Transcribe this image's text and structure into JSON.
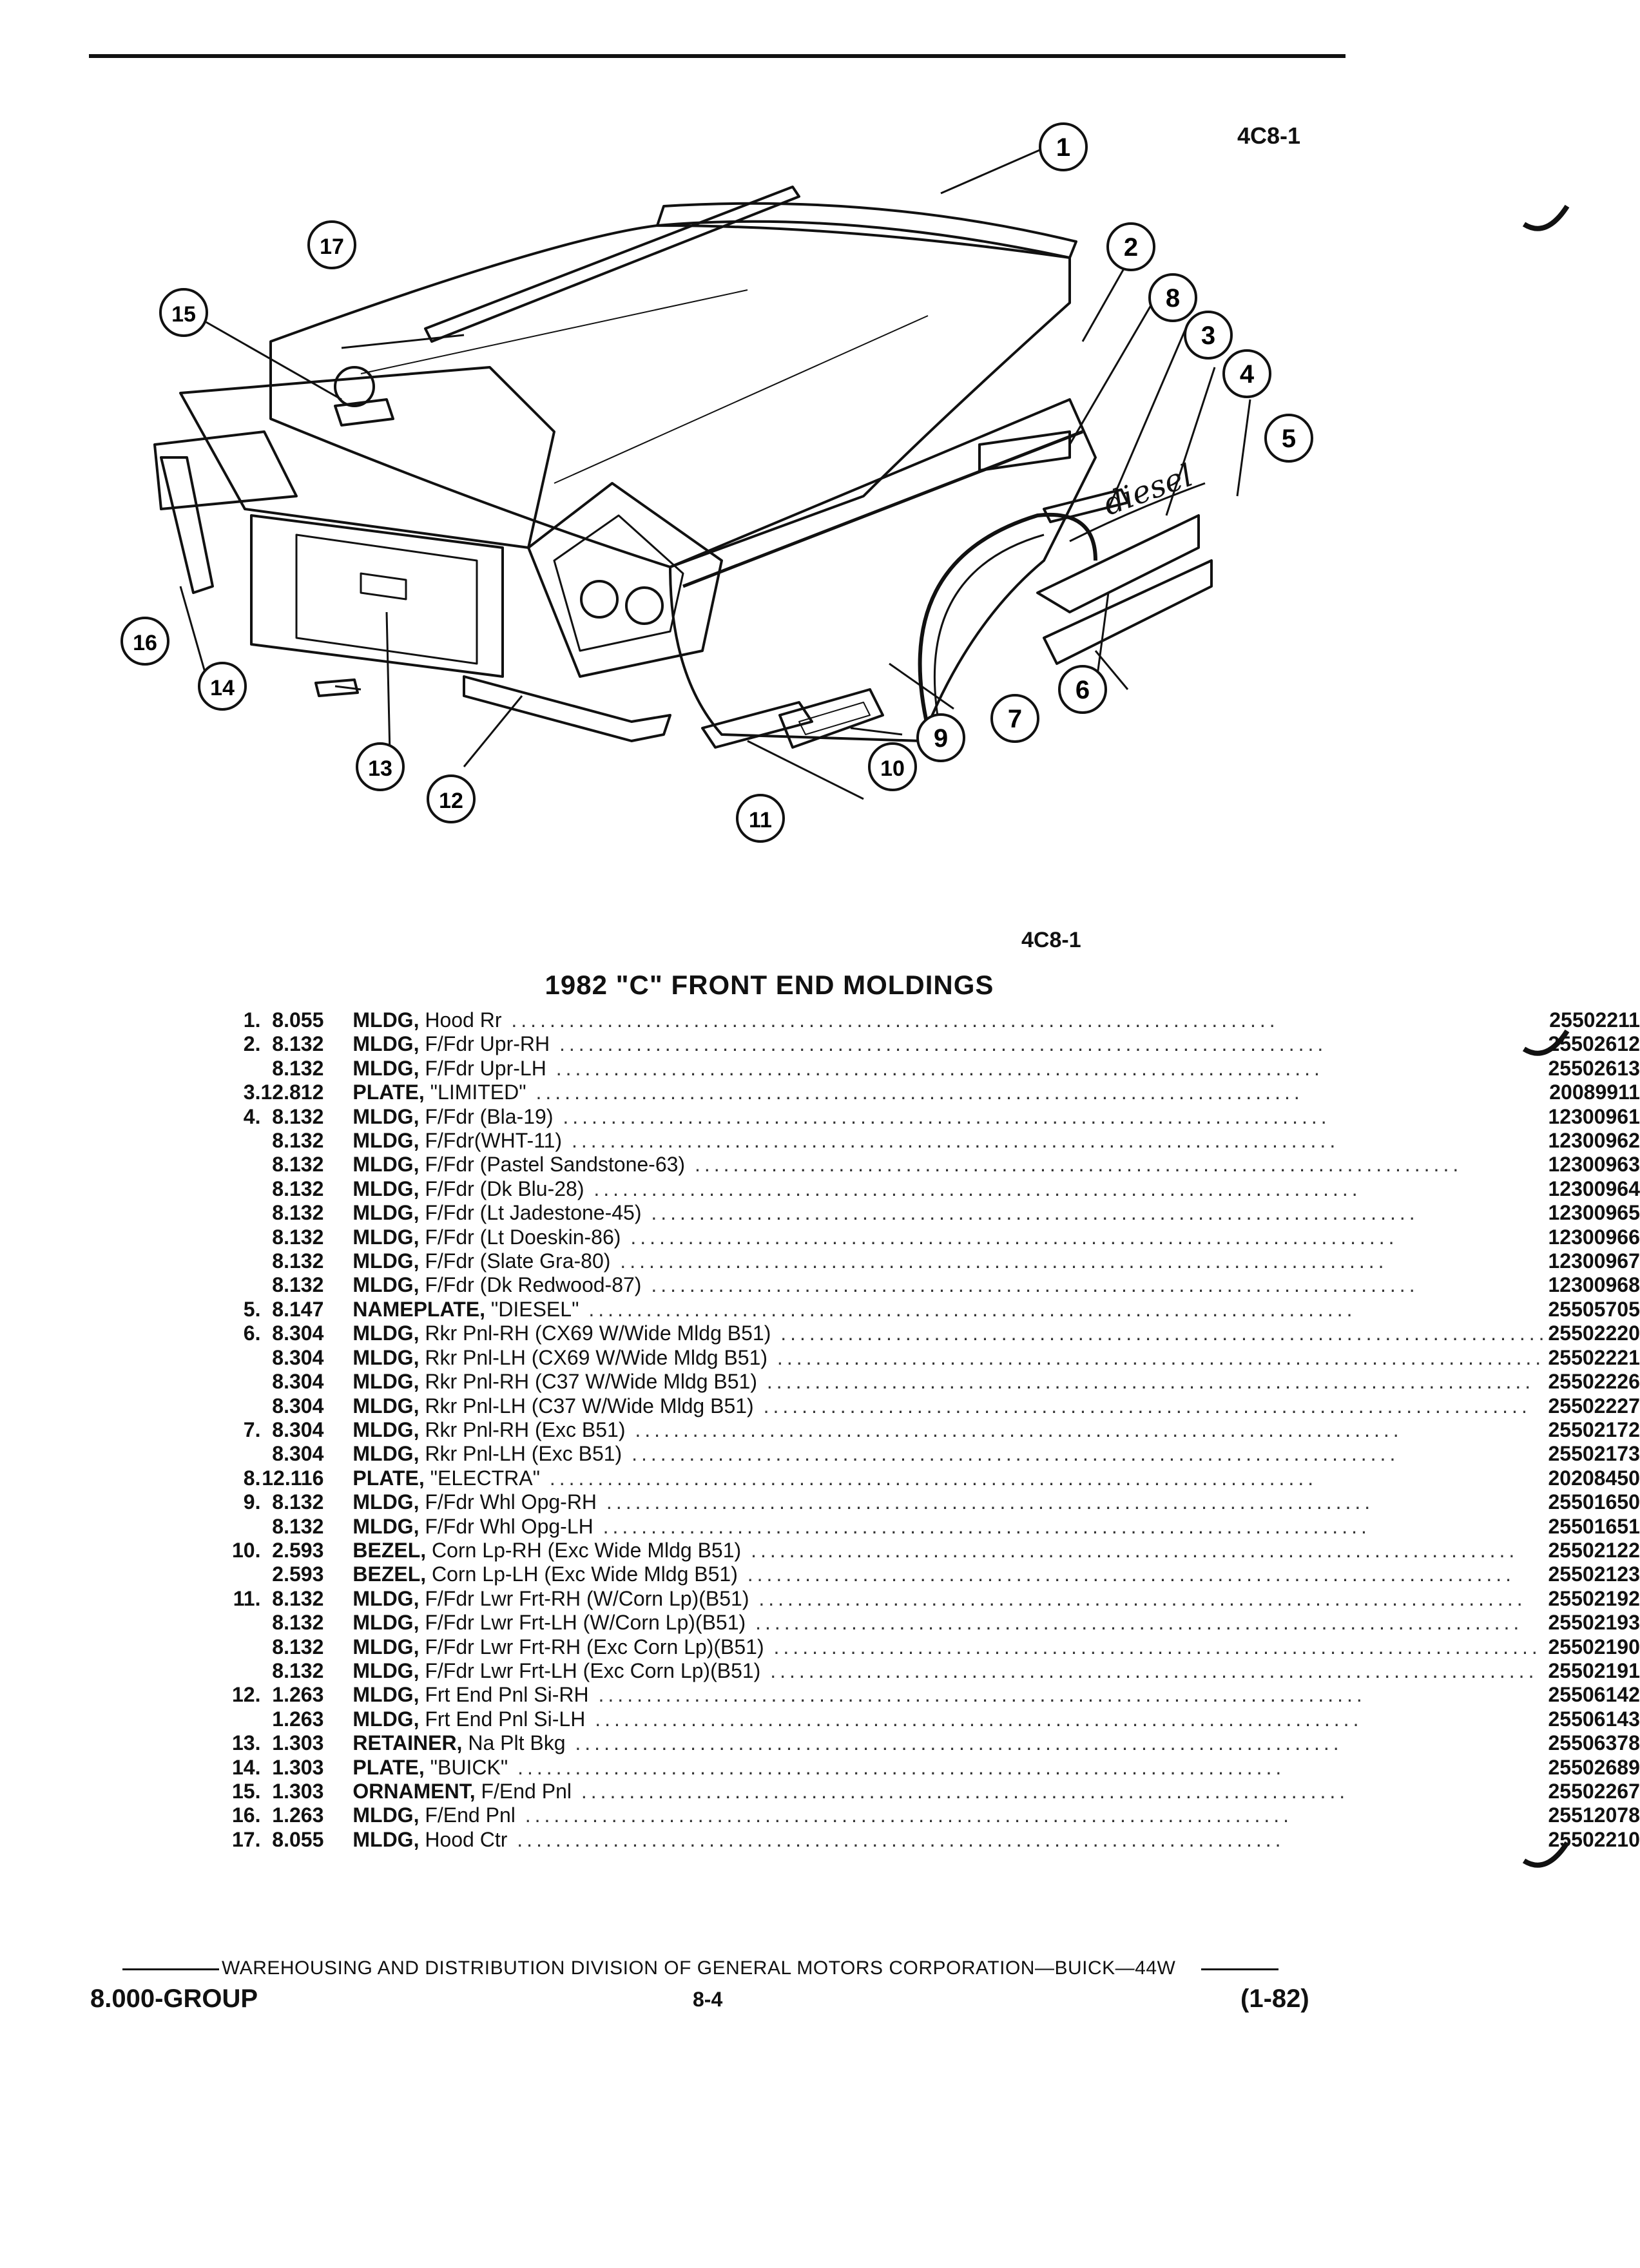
{
  "figure_code_top": "4C8-1",
  "figure_code_bottom": "4C8-1",
  "callouts": [
    "1",
    "2",
    "3",
    "4",
    "5",
    "6",
    "7",
    "8",
    "9",
    "10",
    "11",
    "12",
    "13",
    "14",
    "15",
    "16",
    "17"
  ],
  "title": "1982 \"C\" FRONT END MOLDINGS",
  "parts": [
    {
      "num": "1.",
      "group": "8.055",
      "abbr": "MLDG,",
      "desc": "Hood Rr",
      "pn": "25502211"
    },
    {
      "num": "2.",
      "group": "8.132",
      "abbr": "MLDG,",
      "desc": "F/Fdr Upr-RH",
      "pn": "25502612"
    },
    {
      "num": "",
      "group": "8.132",
      "abbr": "MLDG,",
      "desc": "F/Fdr Upr-LH",
      "pn": "25502613"
    },
    {
      "num": "3.",
      "group": "12.812",
      "abbr": "PLATE,",
      "desc": "\"LIMITED\"",
      "pn": "20089911"
    },
    {
      "num": "4.",
      "group": "8.132",
      "abbr": "MLDG,",
      "desc": "F/Fdr (Bla-19)",
      "pn": "12300961"
    },
    {
      "num": "",
      "group": "8.132",
      "abbr": "MLDG,",
      "desc": "F/Fdr(WHT-11)",
      "pn": "12300962"
    },
    {
      "num": "",
      "group": "8.132",
      "abbr": "MLDG,",
      "desc": "F/Fdr (Pastel Sandstone-63)",
      "pn": "12300963"
    },
    {
      "num": "",
      "group": "8.132",
      "abbr": "MLDG,",
      "desc": "F/Fdr (Dk Blu-28)",
      "pn": "12300964"
    },
    {
      "num": "",
      "group": "8.132",
      "abbr": "MLDG,",
      "desc": "F/Fdr (Lt Jadestone-45)",
      "pn": "12300965"
    },
    {
      "num": "",
      "group": "8.132",
      "abbr": "MLDG,",
      "desc": "F/Fdr (Lt Doeskin-86)",
      "pn": "12300966"
    },
    {
      "num": "",
      "group": "8.132",
      "abbr": "MLDG,",
      "desc": "F/Fdr (Slate Gra-80)",
      "pn": "12300967"
    },
    {
      "num": "",
      "group": "8.132",
      "abbr": "MLDG,",
      "desc": "F/Fdr (Dk Redwood-87)",
      "pn": "12300968"
    },
    {
      "num": "5.",
      "group": "8.147",
      "abbr": "NAMEPLATE,",
      "desc": "\"DIESEL\"",
      "pn": "25505705"
    },
    {
      "num": "6.",
      "group": "8.304",
      "abbr": "MLDG,",
      "desc": "Rkr Pnl-RH (CX69 W/Wide Mldg B51)",
      "pn": "25502220"
    },
    {
      "num": "",
      "group": "8.304",
      "abbr": "MLDG,",
      "desc": "Rkr Pnl-LH (CX69 W/Wide Mldg B51)",
      "pn": "25502221"
    },
    {
      "num": "",
      "group": "8.304",
      "abbr": "MLDG,",
      "desc": "Rkr Pnl-RH (C37 W/Wide Mldg B51)",
      "pn": "25502226"
    },
    {
      "num": "",
      "group": "8.304",
      "abbr": "MLDG,",
      "desc": "Rkr Pnl-LH (C37 W/Wide Mldg B51)",
      "pn": "25502227"
    },
    {
      "num": "7.",
      "group": "8.304",
      "abbr": "MLDG,",
      "desc": "Rkr Pnl-RH (Exc B51)",
      "pn": "25502172"
    },
    {
      "num": "",
      "group": "8.304",
      "abbr": "MLDG,",
      "desc": "Rkr Pnl-LH (Exc B51)",
      "pn": "25502173"
    },
    {
      "num": "8.",
      "group": "12.116",
      "abbr": "PLATE,",
      "desc": "\"ELECTRA\"",
      "pn": "20208450"
    },
    {
      "num": "9.",
      "group": "8.132",
      "abbr": "MLDG,",
      "desc": "F/Fdr Whl Opg-RH",
      "pn": "25501650"
    },
    {
      "num": "",
      "group": "8.132",
      "abbr": "MLDG,",
      "desc": "F/Fdr Whl Opg-LH",
      "pn": "25501651"
    },
    {
      "num": "10.",
      "group": "2.593",
      "abbr": "BEZEL,",
      "desc": "Corn Lp-RH (Exc Wide Mldg B51)",
      "pn": "25502122"
    },
    {
      "num": "",
      "group": "2.593",
      "abbr": "BEZEL,",
      "desc": "Corn Lp-LH (Exc Wide Mldg B51)",
      "pn": "25502123"
    },
    {
      "num": "11.",
      "group": "8.132",
      "abbr": "MLDG,",
      "desc": "F/Fdr Lwr Frt-RH (W/Corn Lp)(B51)",
      "pn": "25502192"
    },
    {
      "num": "",
      "group": "8.132",
      "abbr": "MLDG,",
      "desc": "F/Fdr Lwr Frt-LH (W/Corn Lp)(B51)",
      "pn": "25502193"
    },
    {
      "num": "",
      "group": "8.132",
      "abbr": "MLDG,",
      "desc": "F/Fdr Lwr Frt-RH (Exc Corn Lp)(B51)",
      "pn": "25502190"
    },
    {
      "num": "",
      "group": "8.132",
      "abbr": "MLDG,",
      "desc": "F/Fdr Lwr Frt-LH (Exc Corn Lp)(B51)",
      "pn": "25502191"
    },
    {
      "num": "12.",
      "group": "1.263",
      "abbr": "MLDG,",
      "desc": "Frt End Pnl Si-RH",
      "pn": "25506142"
    },
    {
      "num": "",
      "group": "1.263",
      "abbr": "MLDG,",
      "desc": "Frt End Pnl Si-LH",
      "pn": "25506143"
    },
    {
      "num": "13.",
      "group": "1.303",
      "abbr": "RETAINER,",
      "desc": "Na Plt Bkg",
      "pn": "25506378"
    },
    {
      "num": "14.",
      "group": "1.303",
      "abbr": "PLATE,",
      "desc": "\"BUICK\"",
      "pn": "25502689"
    },
    {
      "num": "15.",
      "group": "1.303",
      "abbr": "ORNAMENT,",
      "desc": "F/End Pnl",
      "pn": "25502267"
    },
    {
      "num": "16.",
      "group": "1.263",
      "abbr": "MLDG,",
      "desc": "F/End Pnl",
      "pn": "25512078"
    },
    {
      "num": "17.",
      "group": "8.055",
      "abbr": "MLDG,",
      "desc": "Hood Ctr",
      "pn": "25502210"
    }
  ],
  "footer": {
    "line": "WAREHOUSING AND DISTRIBUTION  DIVISION OF GENERAL MOTORS CORPORATION—BUICK—44W",
    "group": "8.000-GROUP",
    "page": "8-4",
    "date": "(1-82)"
  }
}
